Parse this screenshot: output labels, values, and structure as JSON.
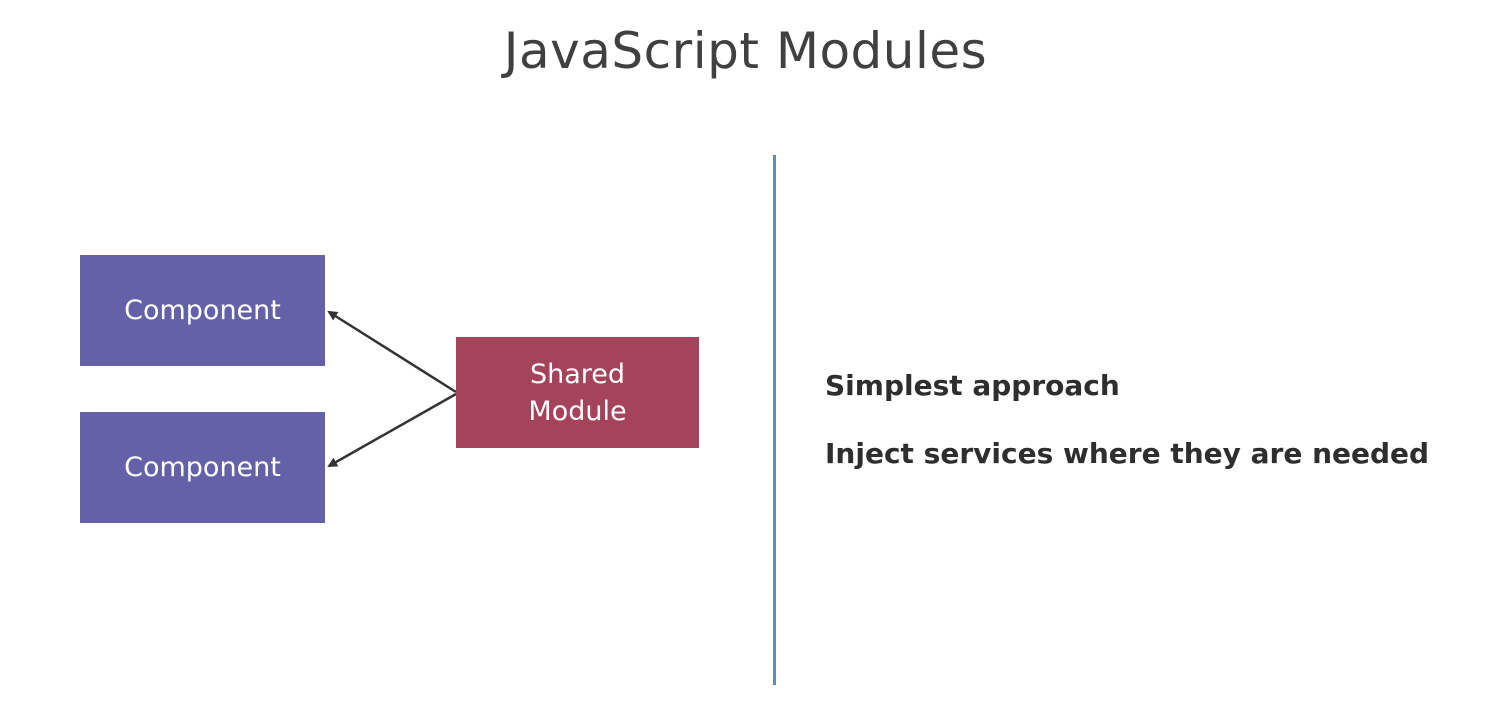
{
  "title": "JavaScript Modules",
  "diagram": {
    "components": [
      "Component",
      "Component"
    ],
    "shared_module": "Shared\nModule",
    "colors": {
      "component": "#6461a8",
      "shared_module": "#a5435a",
      "divider": "#5b8db5",
      "arrow": "#333333"
    }
  },
  "points": [
    "Simplest approach",
    "Inject services where they are needed"
  ]
}
